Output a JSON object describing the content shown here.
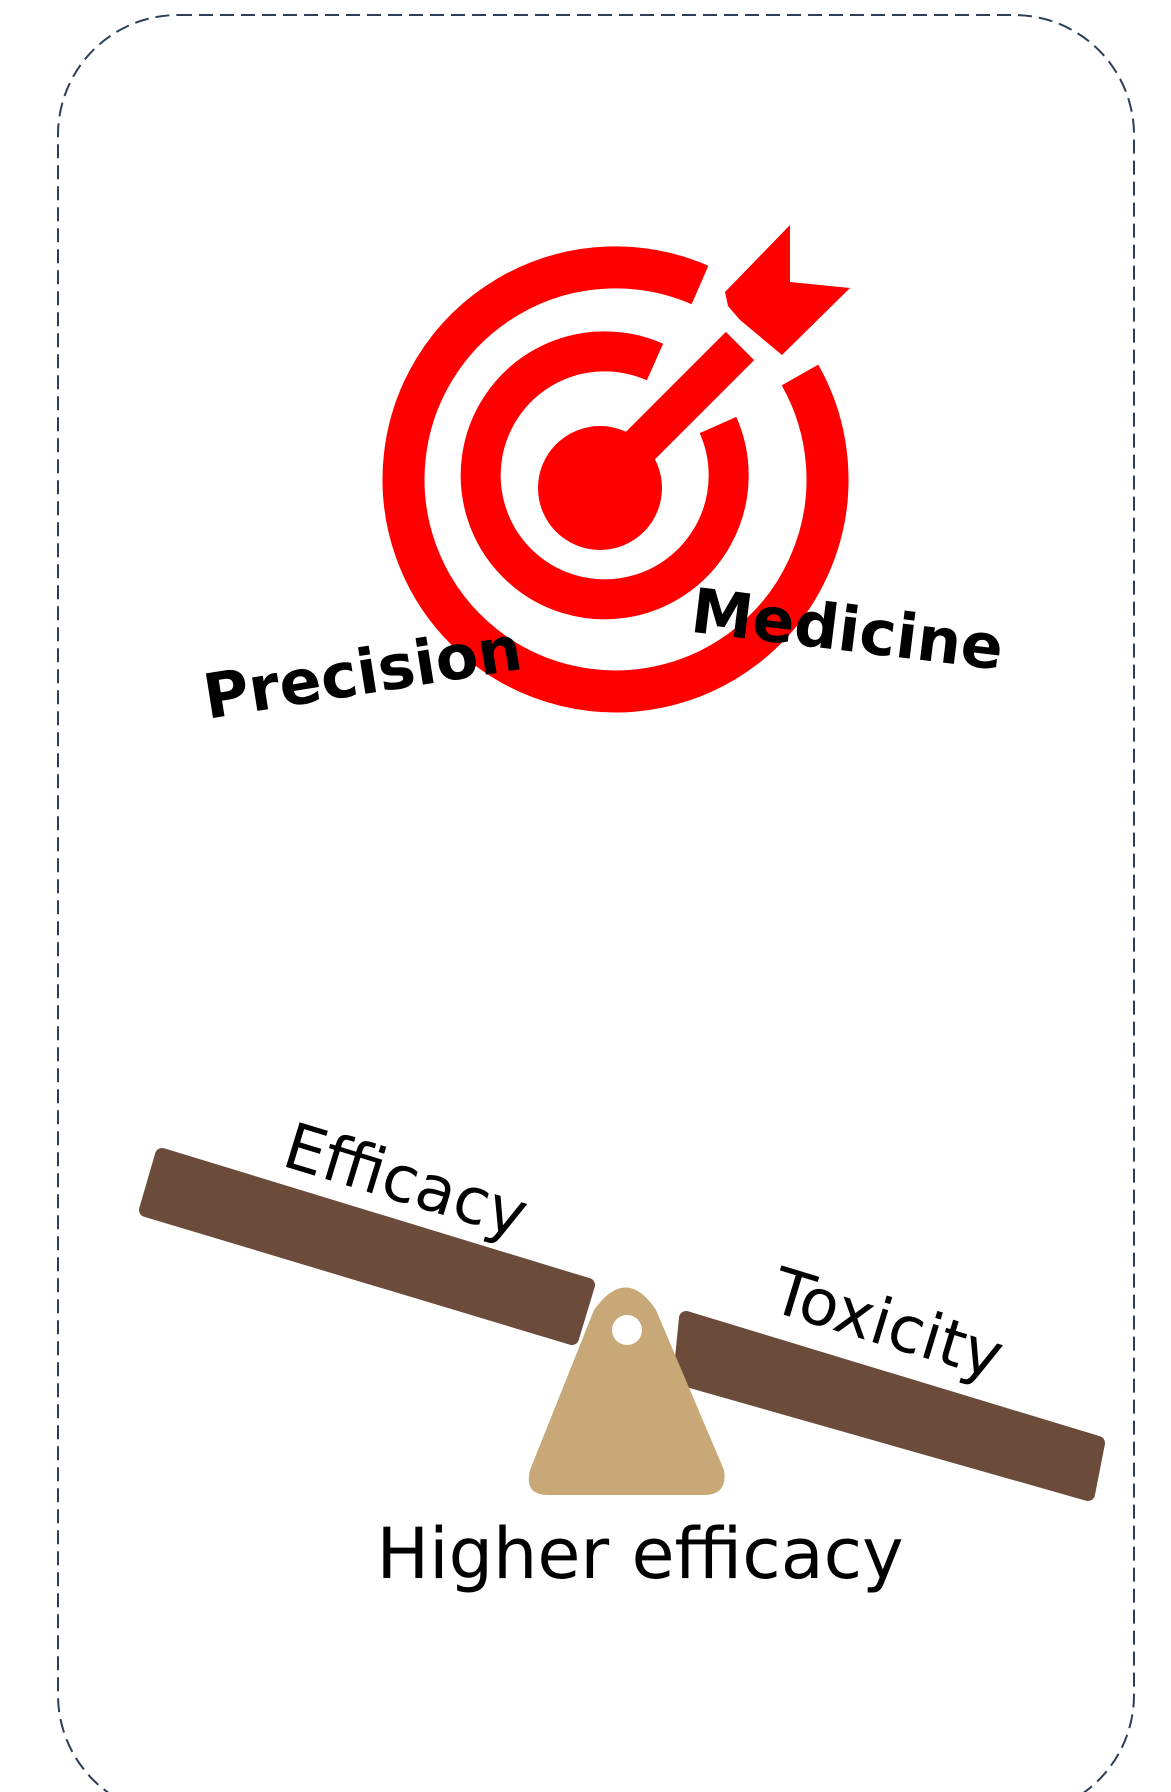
{
  "target_section": {
    "icon": "target-with-arrow-icon",
    "icon_color": "#ff0000",
    "label_left": "Precision",
    "label_right": "Medicine"
  },
  "balance_section": {
    "icon": "seesaw-scale-icon",
    "beam_color": "#6b4c3b",
    "fulcrum_color": "#c8a876",
    "left_label": "Efficacy",
    "right_label": "Toxicity",
    "caption": "Higher efficacy"
  },
  "frame": {
    "border_color": "#2c3e5a",
    "border_style": "dashed"
  }
}
